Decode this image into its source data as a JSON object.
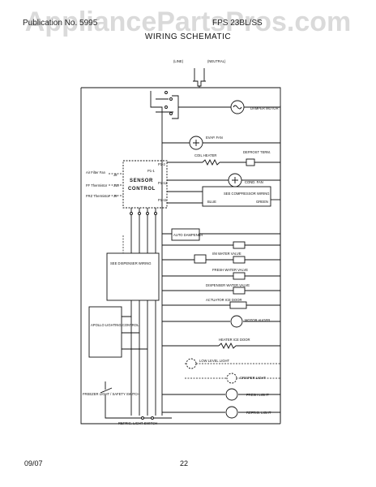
{
  "watermark": "AppliancePartsPros.com",
  "header": {
    "left": "Publication No. 5995",
    "right": "FPS 23BL/SS",
    "title": "WIRING SCHEMATIC"
  },
  "footer": {
    "date": "09/07",
    "page": "22"
  },
  "power": {
    "line": "(LINE)",
    "neutral": "(NEUTRAL)"
  },
  "control": {
    "title_line1": "SENSOR",
    "title_line2": "CONTROL",
    "inputs": [
      "Air Filter Fan",
      "FF Thermistor",
      "FRZ Thermistor"
    ],
    "pins": [
      "J8",
      "J10",
      "J9"
    ],
    "relays": [
      "P1-1",
      "P1-12",
      "P1-11",
      "P1-2"
    ]
  },
  "components": {
    "damper_motor": "DAMPER MOTOR",
    "evap_fan": "EVAP. FAN",
    "coil_heater": "COIL HEATER",
    "defrost_term": "DEFROST TERM.",
    "cond_fan": "COND. FAN",
    "compressor": "SEE COMPRESSOR WIRING",
    "blue": "BLUE",
    "green": "GREEN",
    "dispenser_ref": "SEE DISPENSER WIRING",
    "auto_dampener": "AUTO DAMPENER",
    "icemaker_valve": "I/M WATER VALVE",
    "fresh_valve": "FRESH WATER VALVE",
    "dispenser_valve": "DISPENSER WATER VALVE",
    "ice_door": "ACTUATOR ICE DOOR",
    "auger": "MOTOR AUGER",
    "heater_door": "HEATER ICE DOOR",
    "low_level": "LOW LEVEL LIGHT",
    "crisper": "CRISPER LIGHT",
    "fresh_light": "FRESH LIGHT",
    "ref_light": "REFRIG. LIGHT",
    "lighting": "APOLLO LIGHTING CONTROL",
    "freezer_switch": "FREEZER LIGHT / SAFETY SWITCH",
    "refrig_switch": "REFRIG. LIGHT SWITCH"
  }
}
